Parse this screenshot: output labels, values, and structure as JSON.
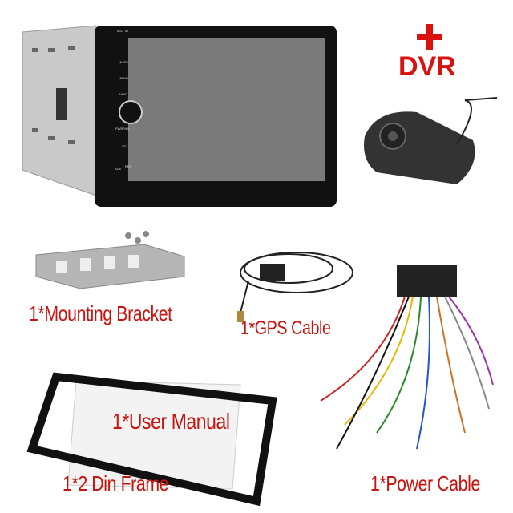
{
  "colors": {
    "label": "#c8140f",
    "screen": "#7a7a7a"
  },
  "head_unit": {
    "buttons": [
      "MIC",
      "IR",
      "MODE",
      "MENU",
      "BAND",
      "PWR/VOL",
      "SD",
      "AUX",
      "RES"
    ]
  },
  "dvr": {
    "plus": "+",
    "label": "DVR"
  },
  "labels": {
    "bracket": "1*Mounting Bracket",
    "gps": "1*GPS Cable",
    "manual": "1*User Manual",
    "frame": "1*2 Din  Frame",
    "power": "1*Power Cable"
  }
}
